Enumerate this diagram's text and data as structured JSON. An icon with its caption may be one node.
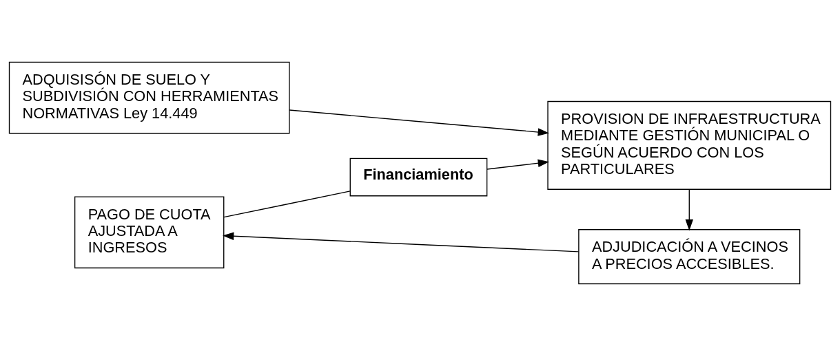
{
  "diagram": {
    "nodes": [
      {
        "text": [
          "ADQUISISÓN DE SUELO Y SUBDIVISIÓN CON HERRAMIENTAS NORMATIVAS Ley 14.449"
        ]
      },
      {
        "text": [
          "PROVISION DE INFRAESTRUCTURA MEDIANTE GESTIÓN MUNICIPAL O SEGÚN ACUERDO CON LOS PARTICULARES"
        ]
      },
      {
        "text": [
          "ADJUDICACIÓN A VECINOS A PRECIOS ACCESIBLES."
        ]
      },
      {
        "text": [
          "PAGO DE CUOTA AJUSTADA A INGRESOS"
        ]
      },
      {
        "text": [
          "Financiamiento"
        ]
      }
    ],
    "edges": [
      {
        "from": 0,
        "to": 1,
        "arrow": "to"
      },
      {
        "from": 1,
        "to": 2,
        "arrow": "to"
      },
      {
        "from": 2,
        "to": 3,
        "arrow": "to"
      },
      {
        "from": 3,
        "to": 4,
        "arrow": "none"
      },
      {
        "from": 4,
        "to": 1,
        "arrow": "to"
      }
    ]
  }
}
